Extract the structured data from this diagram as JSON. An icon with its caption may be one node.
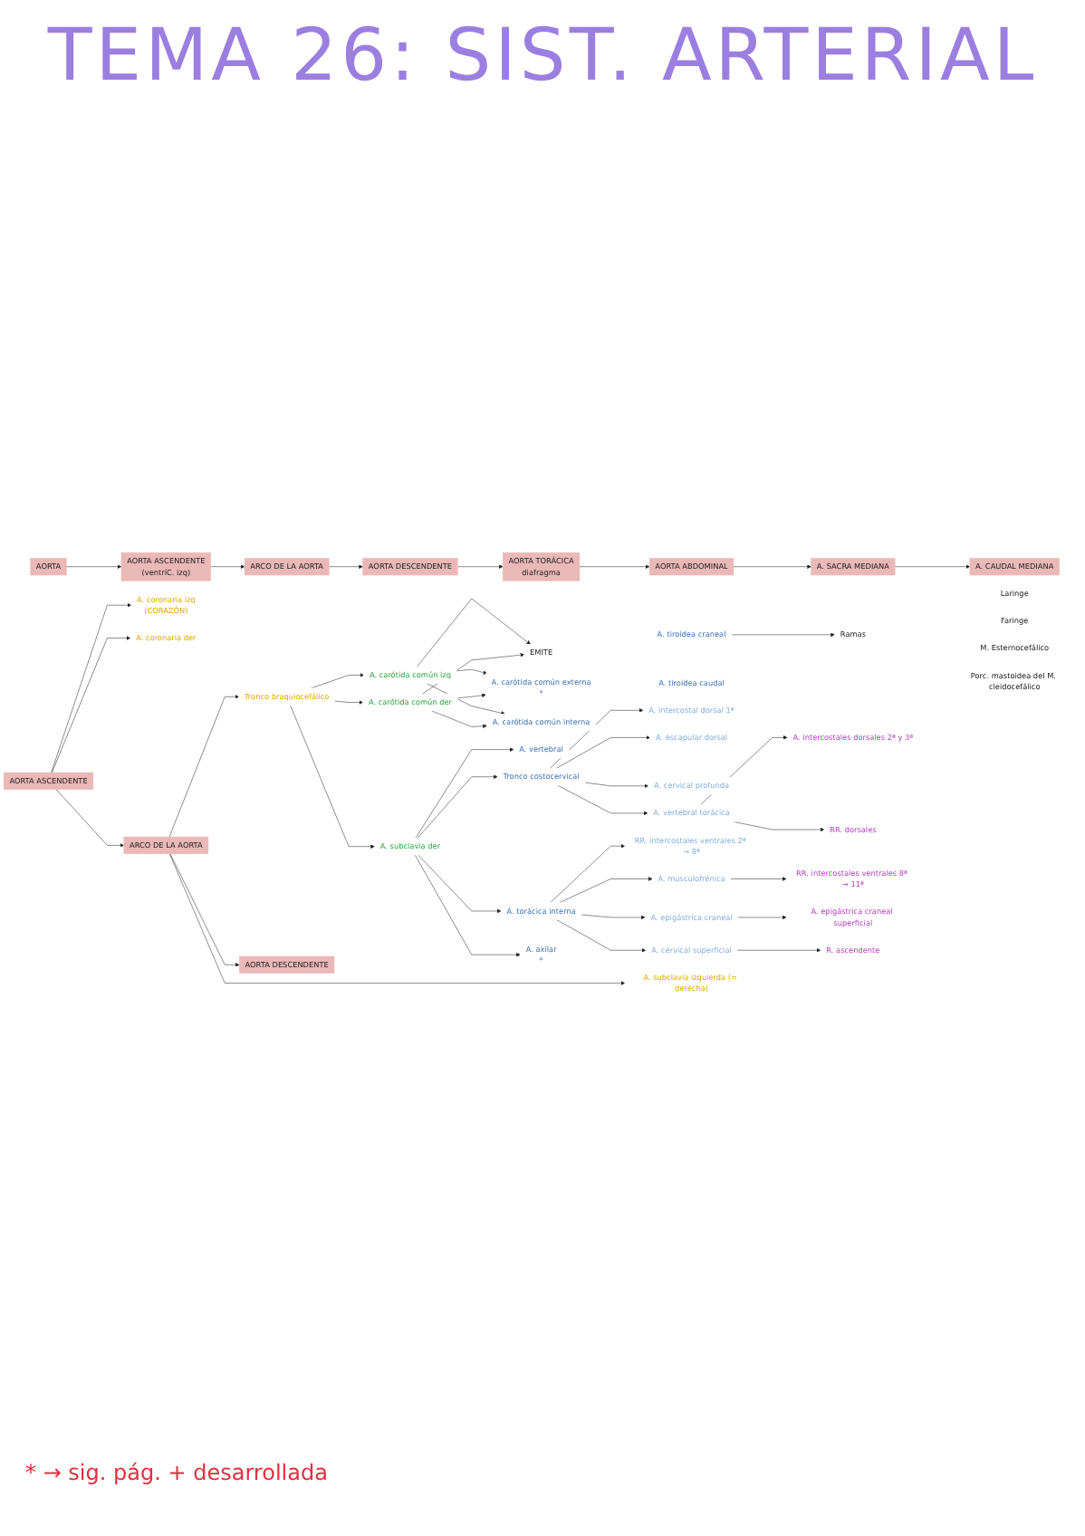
{
  "diagram": {
    "title": "TEMA 26: SIST. ARTERIAL",
    "nodes": [
      {
        "text": [
          "AORTA"
        ]
      },
      {
        "text": [
          "AORTA ASCENDENTE",
          "(ventríC. izq)"
        ]
      },
      {
        "text": [
          "ARCO DE LA AORTA"
        ]
      },
      {
        "text": [
          "AORTA DESCENDENTE"
        ]
      },
      {
        "text": [
          "AORTA TORÁCICA",
          "diafragma"
        ]
      },
      {
        "text": [
          "AORTA ABDOMINAL"
        ]
      },
      {
        "text": [
          "A. SACRA MEDIANA"
        ]
      },
      {
        "text": [
          "A. CAUDAL MEDIANA"
        ]
      },
      {
        "text": [
          "AORTA ASCENDENTE"
        ]
      },
      {
        "text": [
          "A. coronaria izq",
          "(CORAZÓN)"
        ]
      },
      {
        "text": [
          "A. coronaria der"
        ]
      },
      {
        "text": [
          "ARCO DE LA AORTA"
        ]
      },
      {
        "text": [
          "Tronco braquiocefálico"
        ]
      },
      {
        "text": [
          "A. carótida común izq"
        ]
      },
      {
        "text": [
          "A. carótida común der"
        ]
      },
      {
        "text": [
          "A. subclavia der"
        ]
      },
      {
        "text": [
          "EMITE"
        ]
      },
      {
        "text": [
          "A. tiroidea craneal"
        ]
      },
      {
        "text": [
          "A. tiroidea caudal"
        ]
      },
      {
        "text": [
          "Ramas"
        ]
      },
      {
        "text": [
          "Laringe"
        ]
      },
      {
        "text": [
          "Faringe"
        ]
      },
      {
        "text": [
          "M. Esternocefálico"
        ]
      },
      {
        "text": [
          "Porc. mastoidea del M. cleidocefálico"
        ]
      },
      {
        "text": [
          "A. carótida común externa",
          "*"
        ]
      },
      {
        "text": [
          "A. carótida común interna"
        ]
      },
      {
        "text": [
          "A. vertebral"
        ]
      },
      {
        "text": [
          "Tronco costocervical"
        ]
      },
      {
        "text": [
          "A. intercostal dorsal 1ª"
        ]
      },
      {
        "text": [
          "A. escapular dorsal"
        ]
      },
      {
        "text": [
          "A. cervical profunda"
        ]
      },
      {
        "text": [
          "A. vertebral torácica"
        ]
      },
      {
        "text": [
          "A. intercostales dorsales 2ª y 3ª"
        ]
      },
      {
        "text": [
          "RR. dorsales"
        ]
      },
      {
        "text": [
          "A. torácica interna"
        ]
      },
      {
        "text": [
          "RR. intercostales ventrales 2ª → 8ª"
        ]
      },
      {
        "text": [
          "A. musculofrénica"
        ]
      },
      {
        "text": [
          "RR. intercostales ventrales 8ª → 11ª"
        ]
      },
      {
        "text": [
          "A. epigástrica craneal"
        ]
      },
      {
        "text": [
          "A. epigástrica craneal superficial"
        ]
      },
      {
        "text": [
          "A. cervical superficial"
        ]
      },
      {
        "text": [
          "R. ascendente"
        ]
      },
      {
        "text": [
          "A. axilar",
          "*"
        ]
      },
      {
        "text": [
          "A. subclavia izquierda (= derecha)"
        ]
      },
      {
        "text": [
          "AORTA DESCENDENTE"
        ]
      }
    ],
    "edges": [
      {
        "from": 0,
        "to": 1,
        "arrow": "to"
      },
      {
        "from": 1,
        "to": 2,
        "arrow": "to"
      },
      {
        "from": 2,
        "to": 3,
        "arrow": "to"
      },
      {
        "from": 3,
        "to": 4,
        "arrow": "to"
      },
      {
        "from": 4,
        "to": 5,
        "arrow": "to"
      },
      {
        "from": 5,
        "to": 6,
        "arrow": "to"
      },
      {
        "from": 6,
        "to": 7,
        "arrow": "to"
      },
      {
        "from": 8,
        "to": 9,
        "arrow": "to"
      },
      {
        "from": 8,
        "to": 10,
        "arrow": "to"
      },
      {
        "from": 8,
        "to": 11,
        "arrow": "to"
      },
      {
        "from": 11,
        "to": 12,
        "arrow": "to"
      },
      {
        "from": 12,
        "to": 13,
        "arrow": "to"
      },
      {
        "from": 12,
        "to": 14,
        "arrow": "to"
      },
      {
        "from": 12,
        "to": 15,
        "arrow": "to"
      },
      {
        "from": 13,
        "to": 16,
        "arrow": "to"
      },
      {
        "from": 14,
        "to": 16,
        "arrow": "to"
      },
      {
        "from": 13,
        "to": 24,
        "arrow": "to"
      },
      {
        "from": 14,
        "to": 24,
        "arrow": "to"
      },
      {
        "from": 13,
        "to": 25,
        "arrow": "to"
      },
      {
        "from": 14,
        "to": 25,
        "arrow": "to"
      },
      {
        "from": 17,
        "to": 19,
        "arrow": "to"
      },
      {
        "from": 15,
        "to": 26,
        "arrow": "to"
      },
      {
        "from": 15,
        "to": 27,
        "arrow": "to"
      },
      {
        "from": 27,
        "to": 28,
        "arrow": "to"
      },
      {
        "from": 27,
        "to": 29,
        "arrow": "to"
      },
      {
        "from": 27,
        "to": 30,
        "arrow": "to"
      },
      {
        "from": 27,
        "to": 31,
        "arrow": "to"
      },
      {
        "from": 31,
        "to": 32,
        "arrow": "to"
      },
      {
        "from": 31,
        "to": 33,
        "arrow": "to"
      },
      {
        "from": 15,
        "to": 34,
        "arrow": "to"
      },
      {
        "from": 34,
        "to": 35,
        "arrow": "to"
      },
      {
        "from": 34,
        "to": 36,
        "arrow": "to"
      },
      {
        "from": 36,
        "to": 37,
        "arrow": "to"
      },
      {
        "from": 34,
        "to": 38,
        "arrow": "to"
      },
      {
        "from": 38,
        "to": 39,
        "arrow": "to"
      },
      {
        "from": 34,
        "to": 40,
        "arrow": "to"
      },
      {
        "from": 40,
        "to": 41,
        "arrow": "to"
      },
      {
        "from": 15,
        "to": 42,
        "arrow": "to"
      },
      {
        "from": 11,
        "to": 43,
        "arrow": "to"
      },
      {
        "from": 11,
        "to": 44,
        "arrow": "to"
      }
    ],
    "labels": [
      "* → sig. pág. + desarrollada"
    ]
  }
}
